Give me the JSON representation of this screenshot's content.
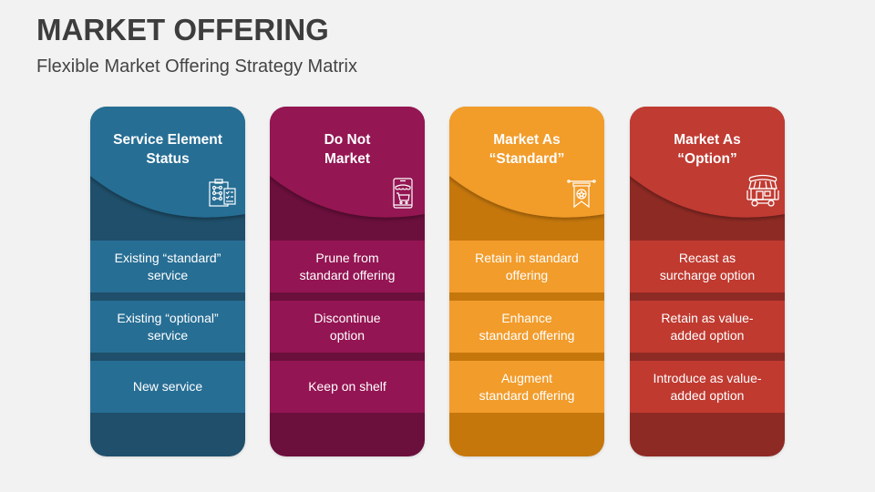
{
  "header": {
    "title": "MARKET OFFERING",
    "subtitle": "Flexible Market Offering Strategy Matrix"
  },
  "columns": [
    {
      "title_line1": "Service Element",
      "title_line2": "Status",
      "icon": "checklist-clipboard-icon",
      "color_light": "#276e94",
      "color_dark": "#1f4f6b",
      "rows": [
        {
          "line1": "Existing “standard”",
          "line2": "service"
        },
        {
          "line1": "Existing “optional”",
          "line2": "service"
        },
        {
          "line1": "New service",
          "line2": ""
        }
      ]
    },
    {
      "title_line1": "Do Not",
      "title_line2": "Market",
      "icon": "mobile-shop-icon",
      "color_light": "#941553",
      "color_dark": "#6b0f3c",
      "rows": [
        {
          "line1": "Prune from",
          "line2": "standard offering"
        },
        {
          "line1": "Discontinue",
          "line2": "option"
        },
        {
          "line1": "Keep on shelf",
          "line2": ""
        }
      ]
    },
    {
      "title_line1": "Market As",
      "title_line2": "“Standard”",
      "icon": "award-banner-icon",
      "color_light": "#f29c2b",
      "color_dark": "#c5770c",
      "rows": [
        {
          "line1": "Retain in standard",
          "line2": "offering"
        },
        {
          "line1": "Enhance",
          "line2": "standard offering"
        },
        {
          "line1": "Augment",
          "line2": "standard offering"
        }
      ]
    },
    {
      "title_line1": "Market As",
      "title_line2": "“Option”",
      "icon": "market-cart-stall-icon",
      "color_light": "#c03a30",
      "color_dark": "#8e2a24",
      "rows": [
        {
          "line1": "Recast as",
          "line2": "surcharge option"
        },
        {
          "line1": "Retain as value-",
          "line2": "added option"
        },
        {
          "line1": "Introduce as value-",
          "line2": "added option"
        }
      ]
    }
  ]
}
